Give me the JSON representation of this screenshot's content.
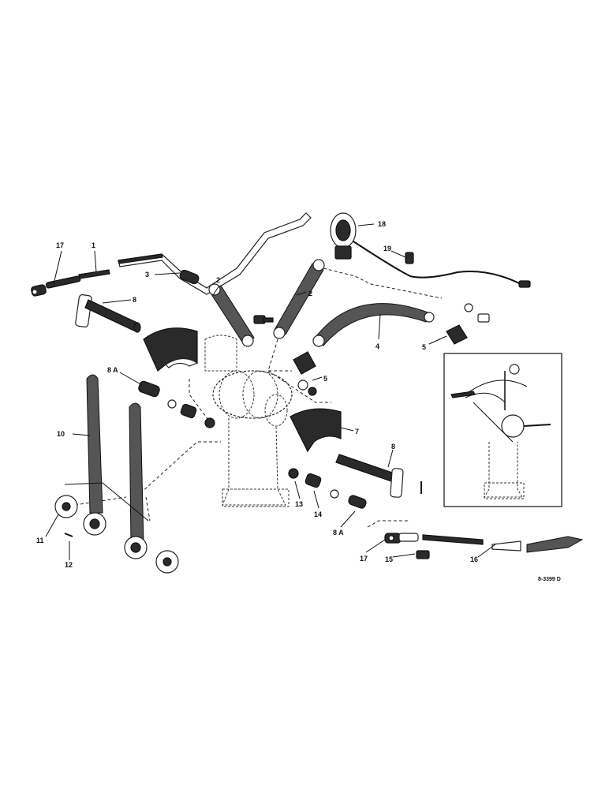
{
  "labels": {
    "l1": "1",
    "l2a": "2",
    "l2b": "2",
    "l3": "3",
    "l4": "4",
    "l5a": "5",
    "l5b": "5",
    "l7": "7",
    "l8a": "8",
    "l8b": "8",
    "l8Aa": "8 A",
    "l8Ab": "8 A",
    "l10": "10",
    "l11": "11",
    "l12": "12",
    "l13": "13",
    "l14": "14",
    "l15": "15",
    "l16": "16",
    "l17a": "17",
    "l17b": "17",
    "l18": "18",
    "l19": "19"
  },
  "drawing_code": "8-3399 D"
}
